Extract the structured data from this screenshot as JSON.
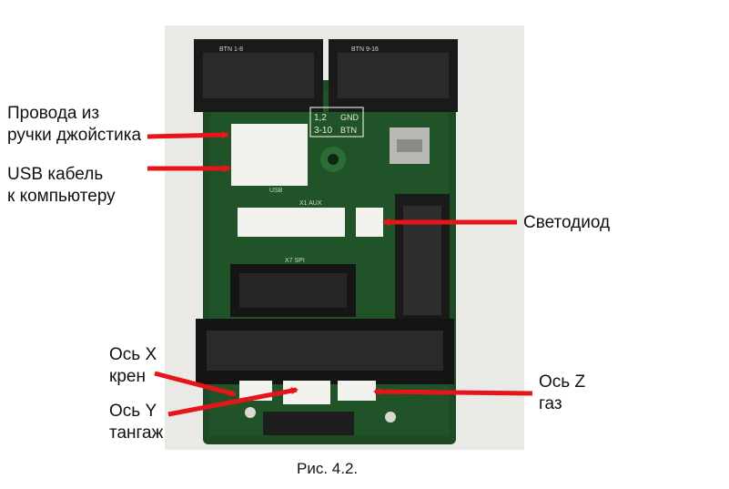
{
  "labels": {
    "wires_line1": "Провода из",
    "wires_line2": "ручки джойстика",
    "usb_line1": "USB кабель",
    "usb_line2": "к компьютеру",
    "led": "Светодиод",
    "axis_x_line1": "Ось X",
    "axis_x_line2": "крен",
    "axis_y_line1": "Ось Y",
    "axis_y_line2": "тангаж",
    "axis_z_line1": "Ось Z",
    "axis_z_line2": "газ"
  },
  "caption": "Рис. 4.2.",
  "board_silkscreen": {
    "btn1": "BTN 1-8",
    "btn2": "BTN 9-16",
    "bus1": "1,2",
    "gnd": "GND",
    "bus2": "3-10",
    "btn": "BTN",
    "usb": "USB",
    "aux": "X1 AUX",
    "spi": "X7 SPI"
  },
  "colors": {
    "arrow": "#e8141b",
    "pcb": "#1f4a26",
    "background": "#e9e9e6"
  }
}
